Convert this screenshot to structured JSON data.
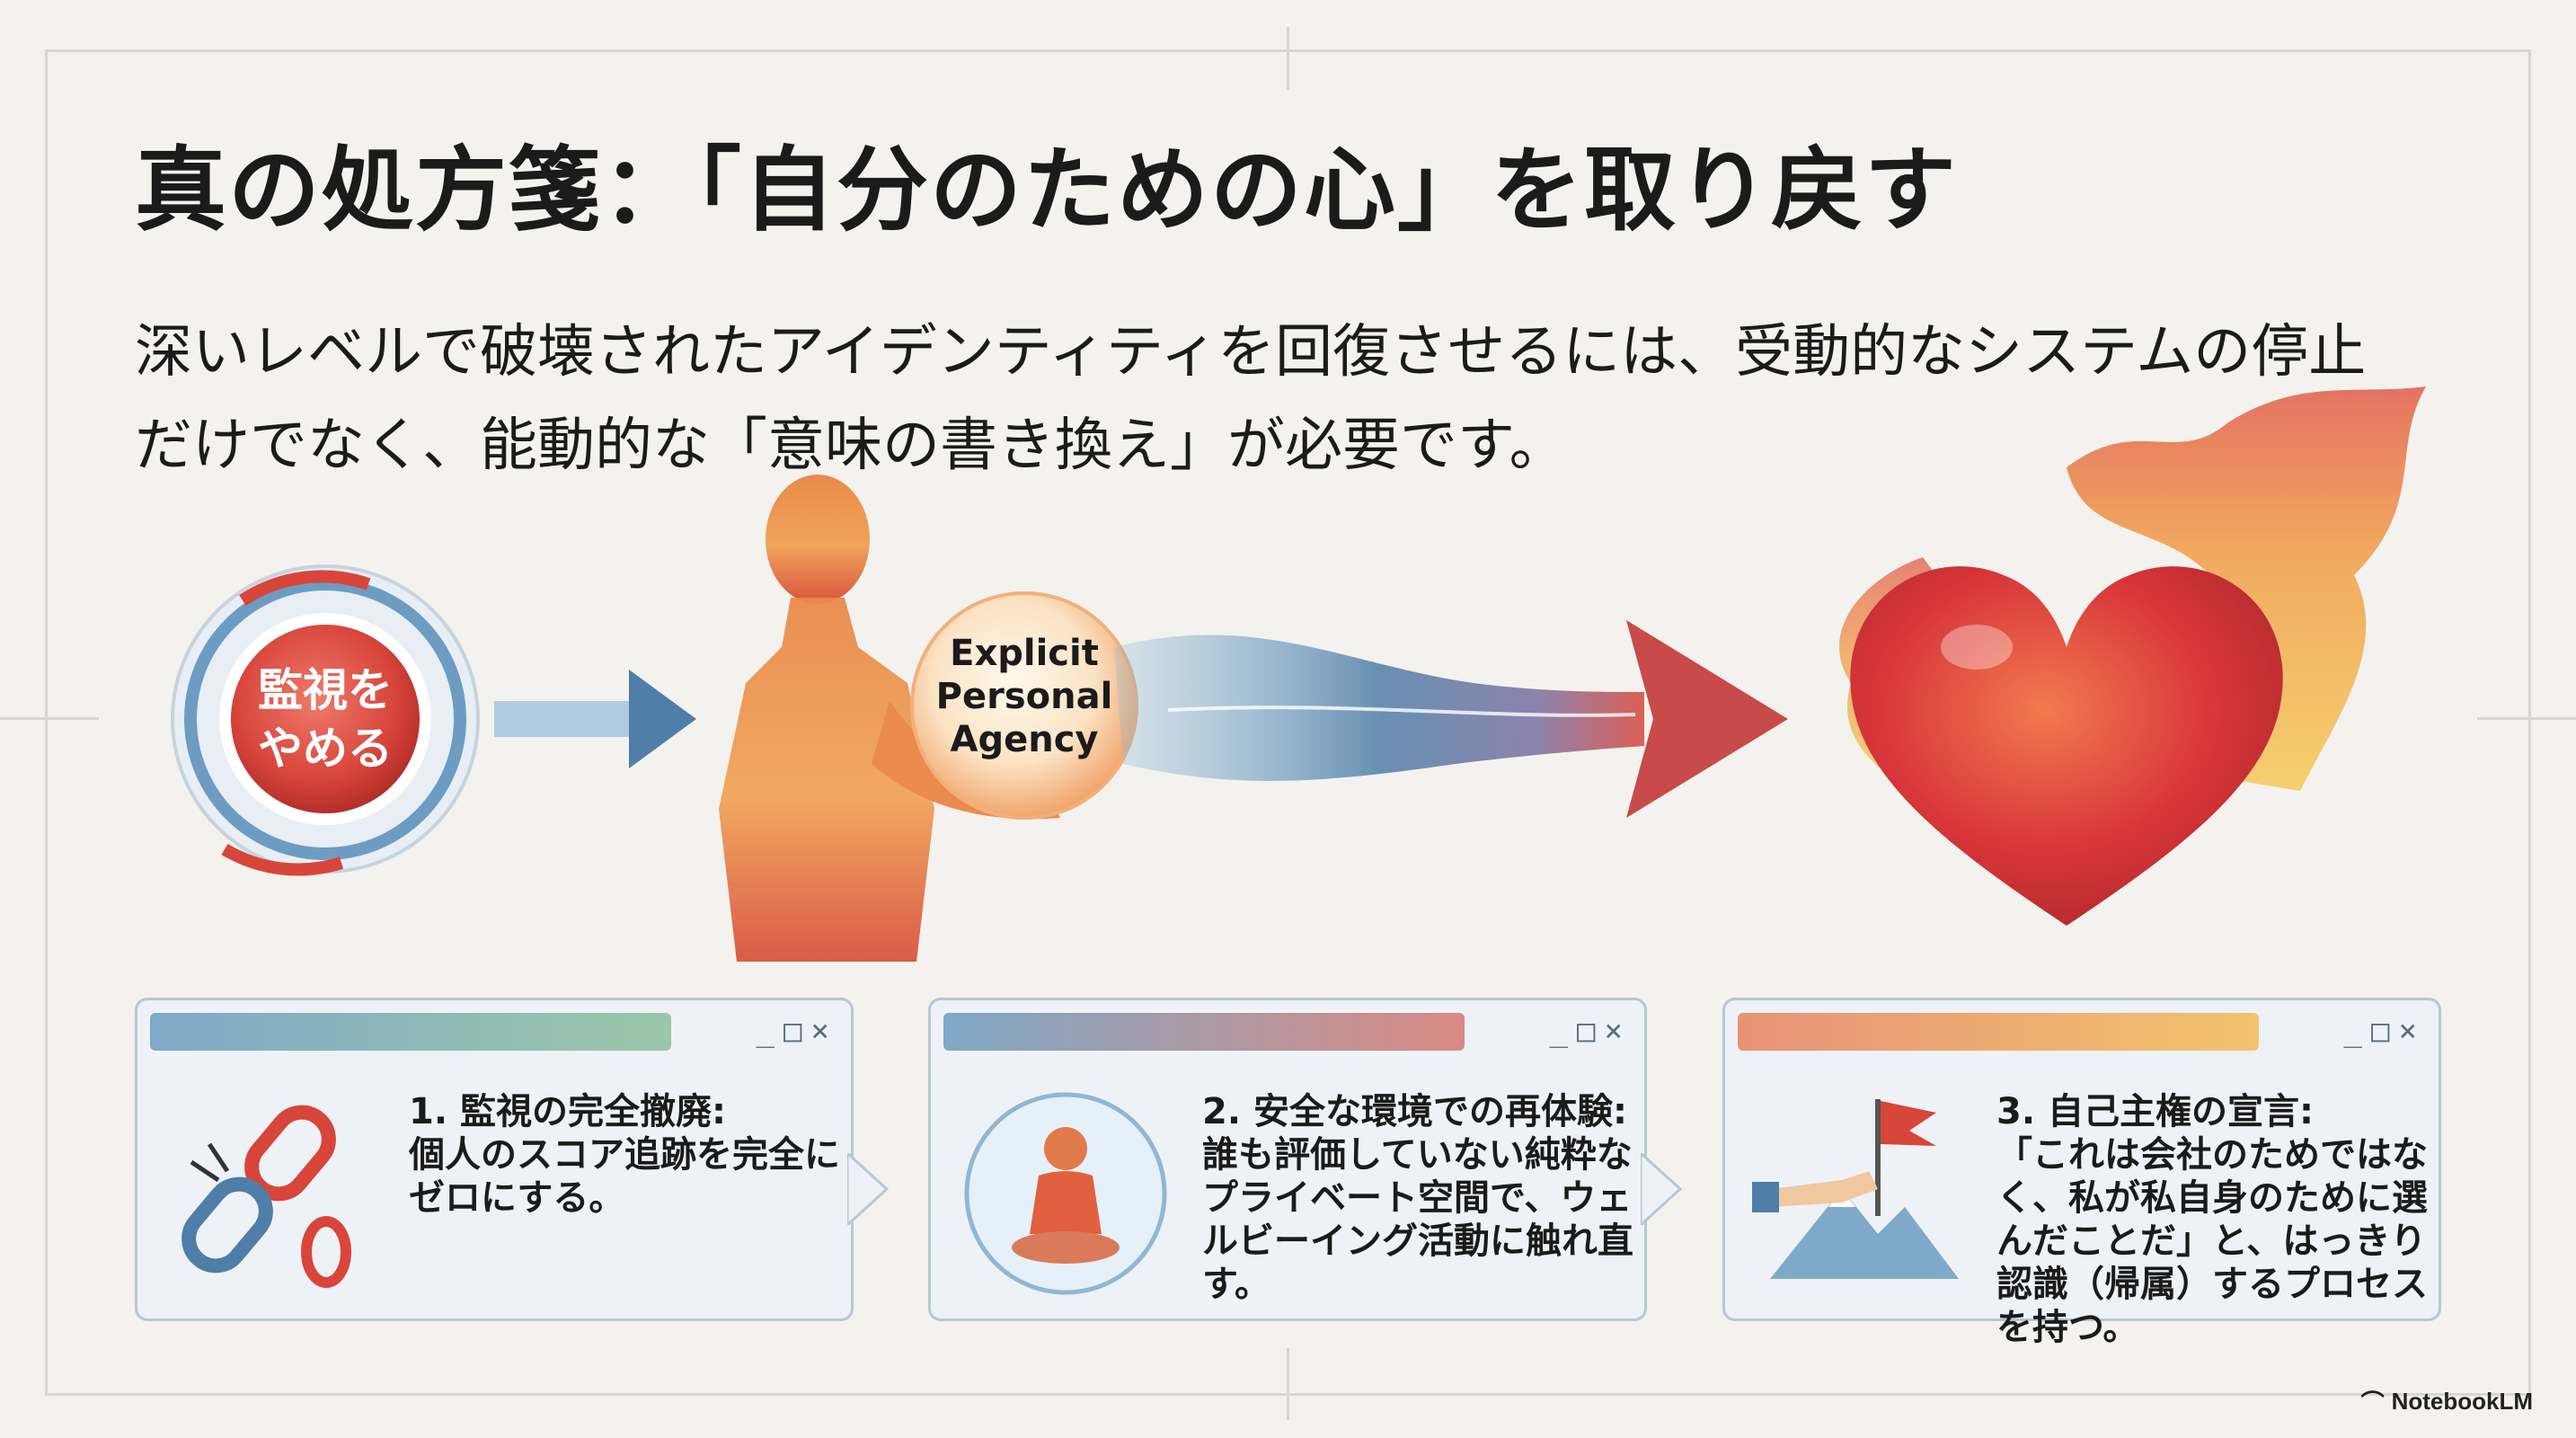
{
  "title": "真の処方箋：「自分のための心」を取り戻す",
  "subtitle": "深いレベルで破壊されたアイデンティティを回復させるには、受動的なシステムの停止だけでなく、能動的な「意味の書き換え」が必要です。",
  "illustration": {
    "button_label_line1": "監視を",
    "button_label_line2": "やめる",
    "orb_line1": "Explicit",
    "orb_line2": "Personal",
    "orb_line3": "Agency"
  },
  "cards": [
    {
      "heading": "1. 監視の完全撤廃:",
      "body": "個人のスコア追跡を完全にゼロにする。",
      "icon": "broken-chain-zero-icon",
      "band_colors": [
        "#7fa9c8",
        "#9bc6a8"
      ]
    },
    {
      "heading": "2. 安全な環境での再体験:",
      "body": "誰も評価していない純粋なプライベート空間で、ウェルビーイング活動に触れ直す。",
      "icon": "bubble-person-icon",
      "band_colors": [
        "#7fa9c8",
        "#d98a82"
      ]
    },
    {
      "heading": "3. 自己主権の宣言:",
      "body": "「これは会社のためではなく、私が私自身のために選んだことだ」と、はっきり認識（帰属）するプロセスを持つ。",
      "icon": "flag-on-mountain-icon",
      "band_colors": [
        "#e79277",
        "#f2c46d"
      ]
    }
  ],
  "window_controls": [
    "_",
    "□",
    "×"
  ],
  "brand": "NotebookLM",
  "colors": {
    "accent_red": "#d8453b",
    "accent_blue": "#4f7ea8",
    "accent_orange": "#f0963a"
  }
}
